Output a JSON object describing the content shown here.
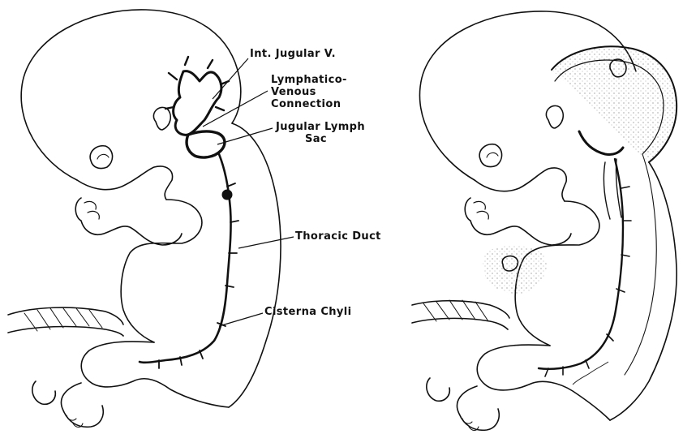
{
  "labels": {
    "int_jugular": "Int. Jugular V.",
    "lymphatico_line1": "Lymphatico-",
    "lymphatico_line2": "Venous",
    "lymphatico_line3": "Connection",
    "jugular_sac_line1": "Jugular Lymph",
    "jugular_sac_line2": "Sac",
    "thoracic_duct": "Thoracic Duct",
    "cisterna_chyli": "Cisterna Chyli"
  },
  "colors": {
    "ink": "#111111",
    "background": "#ffffff",
    "shading": "#8a8a8a"
  }
}
